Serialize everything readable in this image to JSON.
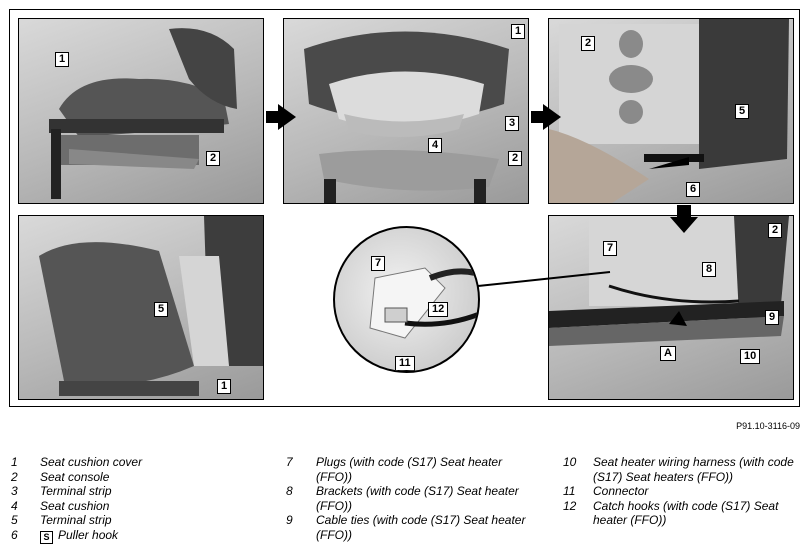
{
  "figure": {
    "callouts": {
      "p1_1": "1",
      "p1_2": "2",
      "p2_1": "1",
      "p2_3": "3",
      "p2_4": "4",
      "p2_2": "2",
      "p3_2": "2",
      "p3_5": "5",
      "p3_6": "6",
      "p4_5": "5",
      "p4_1": "1",
      "zoom_7": "7",
      "zoom_12": "12",
      "zoom_11": "11",
      "p5_7": "7",
      "p5_2": "2",
      "p5_8": "8",
      "p5_9": "9",
      "p5_10": "10",
      "p5_a": "A"
    },
    "figure_id": "P91.10-3116-09"
  },
  "legend": {
    "column1": [
      {
        "number": "1",
        "text": "Seat cushion cover"
      },
      {
        "number": "2",
        "text": "Seat console"
      },
      {
        "number": "3",
        "text": "Terminal strip"
      },
      {
        "number": "4",
        "text": "Seat cushion"
      },
      {
        "number": "5",
        "text": "Terminal strip"
      },
      {
        "number": "6",
        "text": "Puller hook",
        "symbol": "S",
        "icon": "special-tool-icon"
      }
    ],
    "column2": [
      {
        "number": "7",
        "text": "Plugs (with code (S17) Seat heater (FFO))"
      },
      {
        "number": "8",
        "text": "Brackets (with code (S17) Seat heater (FFO))"
      },
      {
        "number": "9",
        "text": "Cable ties (with code (S17) Seat heater (FFO))"
      }
    ],
    "column3": [
      {
        "number": "10",
        "text": "Seat heater wiring harness (with code (S17) Seat heaters (FFO))"
      },
      {
        "number": "11",
        "text": "Connector"
      },
      {
        "number": "12",
        "text": "Catch hooks (with code (S17) Seat heater (FFO))"
      }
    ]
  }
}
